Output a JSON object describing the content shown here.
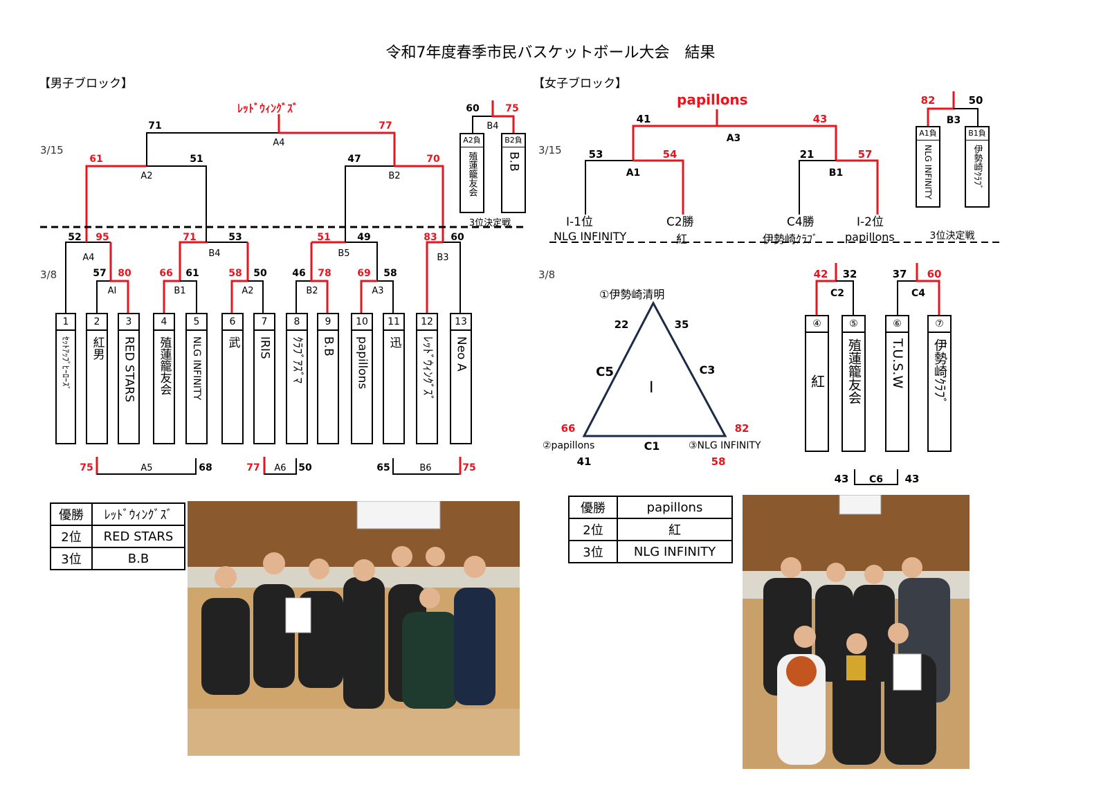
{
  "title": "令和7年度春季市民バスケットボール大会　結果",
  "men": {
    "header": "【男子ブロック】",
    "date_final": "3/15",
    "date_first": "3/8",
    "champion": "ﾚｯﾄﾞｳｨﾝｸﾞｽﾞ",
    "teams": [
      {
        "num": "1",
        "name": "ｾｯﾄｱｯﾌﾟﾋｰﾛｰｽﾞ"
      },
      {
        "num": "2",
        "name": "紅男"
      },
      {
        "num": "3",
        "name": "RED STARS"
      },
      {
        "num": "4",
        "name": "殖蓮籠友会"
      },
      {
        "num": "5",
        "name": "NLG INFINITY"
      },
      {
        "num": "6",
        "name": "武"
      },
      {
        "num": "7",
        "name": "IRIS"
      },
      {
        "num": "8",
        "name": "ｸﾗﾌﾞｱｽﾞﾏ"
      },
      {
        "num": "9",
        "name": "B.B"
      },
      {
        "num": "10",
        "name": "papillons"
      },
      {
        "num": "11",
        "name": "迅"
      },
      {
        "num": "12",
        "name": "ﾚｯﾄﾞｳｨﾝｸﾞｽﾞ"
      },
      {
        "num": "13",
        "name": "Neo A"
      }
    ],
    "third_place": {
      "label": "3位決定戦",
      "game": "B4",
      "score_left": "60",
      "score_right": "75",
      "left": {
        "head": "A2負",
        "name": "殖蓮籠友会"
      },
      "right": {
        "head": "B2負",
        "name": "B.B"
      }
    },
    "results": [
      {
        "rank": "優勝",
        "team": "ﾚｯﾄﾞｳｨﾝｸﾞｽﾞ"
      },
      {
        "rank": "2位",
        "team": "RED STARS"
      },
      {
        "rank": "3位",
        "team": "B.B"
      }
    ]
  },
  "women": {
    "header": "【女子ブロック】",
    "date_final": "3/15",
    "date_first": "3/8",
    "champion": "papillons",
    "league_label": "I",
    "league_teams": {
      "top": "①伊勢崎清明",
      "left": "②papillons",
      "right": "③NLG INFINITY"
    },
    "qualifiers": [
      {
        "seed": "I-1位",
        "team": "NLG INFINITY"
      },
      {
        "seed": "C2勝",
        "team": "紅"
      },
      {
        "seed": "C4勝",
        "team": "伊勢崎ｸﾗﾌﾞ"
      },
      {
        "seed": "I-2位",
        "team": "papillons"
      }
    ],
    "bracket_teams": [
      {
        "num": "④",
        "name": "紅"
      },
      {
        "num": "⑤",
        "name": "殖蓮籠友会"
      },
      {
        "num": "⑥",
        "name": "T.U.S.W"
      },
      {
        "num": "⑦",
        "name": "伊勢崎ｸﾗﾌﾞ"
      }
    ],
    "third_place": {
      "label": "3位決定戦",
      "game": "B3",
      "score_left": "82",
      "score_right": "50",
      "left": {
        "head": "A1負",
        "name": "NLG INFINITY"
      },
      "right": {
        "head": "B1負",
        "name": "伊勢崎ｸﾗﾌﾞ"
      }
    },
    "results": [
      {
        "rank": "優勝",
        "team": "papillons"
      },
      {
        "rank": "2位",
        "team": "紅"
      },
      {
        "rank": "3位",
        "team": "NLG INFINITY"
      }
    ]
  },
  "colors": {
    "winner": "#e8141e",
    "line": "#000000"
  }
}
